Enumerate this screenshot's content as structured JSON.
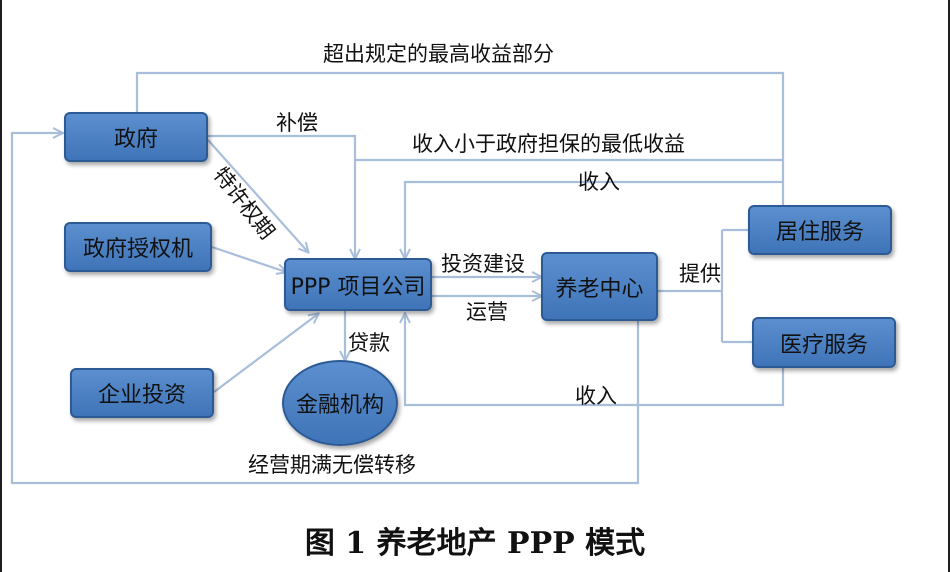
{
  "nodes": {
    "government": "政府",
    "gov_authority": "政府授权机",
    "enterprise": "企业投资",
    "ppp_company": "PPP 项目公司",
    "financial": "金融机构",
    "elderly_center": "养老中心",
    "residential": "居住服务",
    "medical": "医疗服务"
  },
  "labels": {
    "excess_return": "超出规定的最高收益部分",
    "compensation": "补偿",
    "franchise_period": "特许权期",
    "below_min_return": "收入小于政府担保的最低收益",
    "income_top": "收入",
    "invest_build": "投资建设",
    "operate": "运营",
    "provide": "提供",
    "loan": "贷款",
    "income_bottom": "收入",
    "transfer": "经营期满无偿转移"
  },
  "caption": "图 1  养老地产 PPP 模式",
  "colors": {
    "node_fill": "#4a80c4",
    "line": "#a9bedb"
  }
}
